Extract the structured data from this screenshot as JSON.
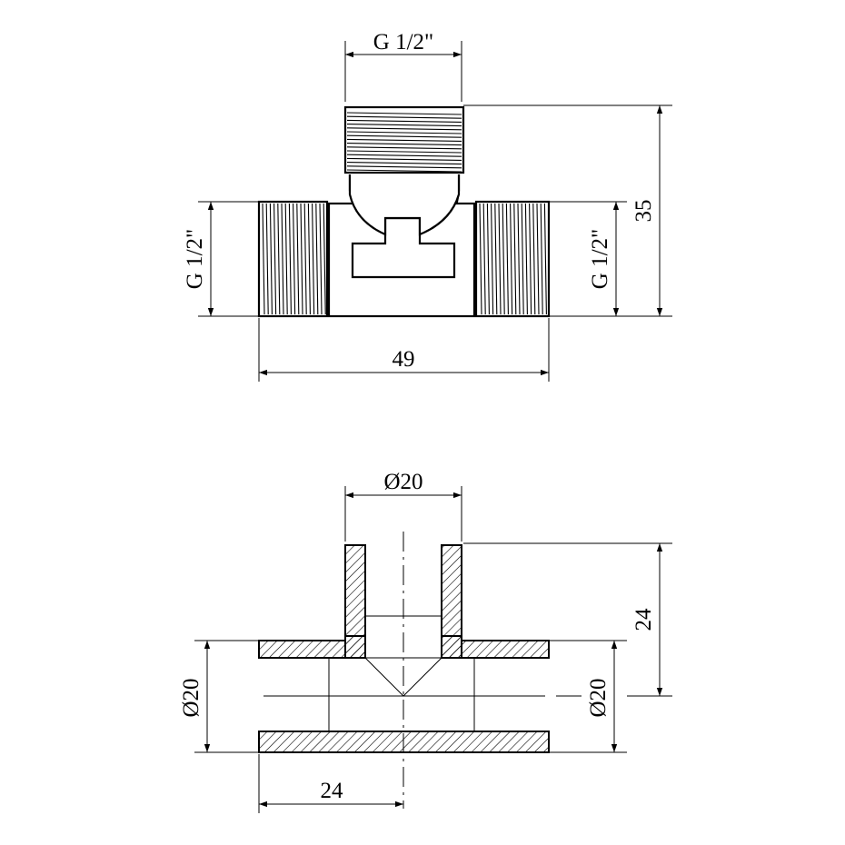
{
  "drawing": {
    "front_view": {
      "top_thread_label": "G 1/2\"",
      "left_thread_label": "G 1/2\"",
      "right_thread_label": "G 1/2\"",
      "height_label": "35",
      "width_label": "49"
    },
    "section_view": {
      "top_diameter_label": "Ø20",
      "left_diameter_label": "Ø20",
      "right_diameter_label": "Ø20",
      "height_label": "24",
      "half_length_label": "24"
    },
    "colors": {
      "line": "#000000",
      "background": "#ffffff"
    }
  }
}
